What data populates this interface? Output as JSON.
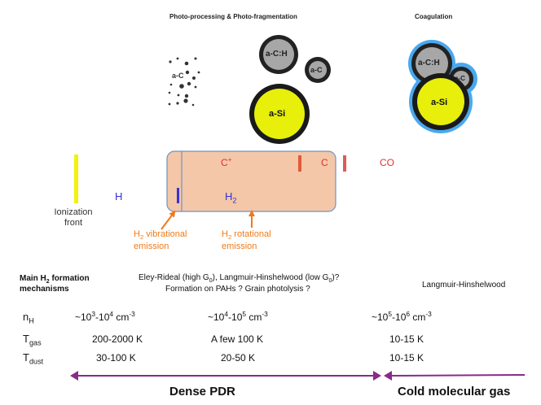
{
  "headers": {
    "photo": "Photo-processing & Photo-fragmentation",
    "coag": "Coagulation"
  },
  "grains": {
    "small_ac": "a-C",
    "ach": "a-C:H",
    "ac": "a-C",
    "asi": "a-Si",
    "coag_ach": "a-C:H",
    "coag_ac": "a-C",
    "coag_asi": "a-Si"
  },
  "colors": {
    "ionization_bar": "#f2f20a",
    "pdr_box": "#f4c7a8",
    "pdr_border": "#6f93c2",
    "cplus": "#e03030",
    "co": "#e03030",
    "h_blue": "#3535d0",
    "orange": "#ef7a1a",
    "arrow_purple": "#8a2a8a",
    "asi_fill": "#e7ef0a",
    "ac_fill": "#a7a7a7",
    "ice": "#4aa8ee"
  },
  "labels": {
    "ionization": [
      "Ionization",
      "front"
    ],
    "h": "H",
    "cplus": "C",
    "cplus_sup": "+",
    "c": "C",
    "co": "CO",
    "h2_pre": "H",
    "h2_sub": "2",
    "vib_pre": "H",
    "vib_sub": "2",
    "vib_post": " vibrational",
    "vib_line2": "emission",
    "rot_pre": "H",
    "rot_sub": "2",
    "rot_post": " rotational",
    "rot_line2": "emission"
  },
  "mechanisms": {
    "title_pre": "Main H",
    "title_sub": "2",
    "title_post": " formation",
    "title_line2": "mechanisms",
    "line1_a": "Eley-Rideal (high G",
    "line1_sub1": "0",
    "line1_b": "), Langmuir-Hinshelwood (low G",
    "line1_sub2": "0",
    "line1_c": ")?",
    "line2": "Formation on PAHs ?   Grain photolysis ?",
    "cold": "Langmuir-Hinshelwood"
  },
  "table": {
    "nh_label": "n",
    "nh_sub": "H",
    "nh_1_pre": "~10",
    "nh_1_sup1": "3",
    "nh_1_mid": "-10",
    "nh_1_sup2": "4",
    "nh_1_post": " cm",
    "nh_1_sup3": "-3",
    "nh_2_pre": "~10",
    "nh_2_sup1": "4",
    "nh_2_mid": "-10",
    "nh_2_sup2": "5",
    "nh_2_post": " cm",
    "nh_2_sup3": "-3",
    "nh_3_pre": "~10",
    "nh_3_sup1": "5",
    "nh_3_mid": "-10",
    "nh_3_sup2": "6",
    "nh_3_post": " cm",
    "nh_3_sup3": "-3",
    "tgas_label": "T",
    "tgas_sub": "gas",
    "tgas_1": "200-2000 K",
    "tgas_2": "A few 100 K",
    "tgas_3": "10-15 K",
    "tdust_label": "T",
    "tdust_sub": "dust",
    "tdust_1": "30-100 K",
    "tdust_2": "20-50 K",
    "tdust_3": "10-15 K"
  },
  "regions": {
    "dense": "Dense PDR",
    "cold": "Cold molecular gas"
  }
}
